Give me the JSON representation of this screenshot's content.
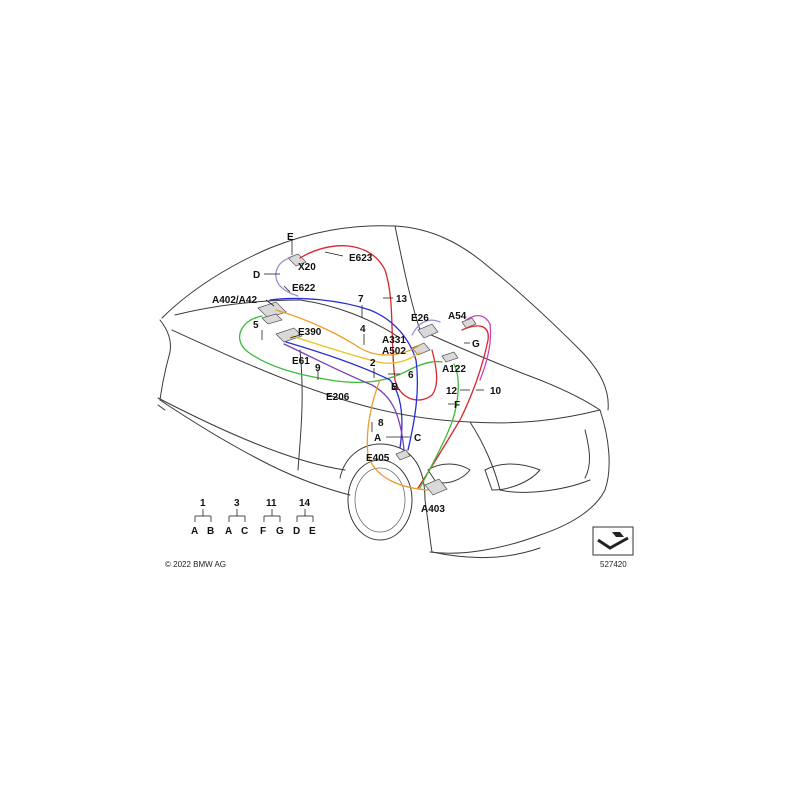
{
  "labels": {
    "E": "E",
    "X20": "X20",
    "E623": "E623",
    "D": "D",
    "E622": "E622",
    "A402_A42": "A402/A42",
    "n7": "7",
    "n13": "13",
    "E26": "E26",
    "A54": "A54",
    "n5": "5",
    "E390": "E390",
    "n4": "4",
    "A331": "A331",
    "A502": "A502",
    "G": "G",
    "n2": "2",
    "n6": "6",
    "E61": "E61",
    "n9": "9",
    "B": "B",
    "A122": "A122",
    "n12": "12",
    "n10": "10",
    "E206": "E206",
    "F": "F",
    "n8": "8",
    "A": "A",
    "C": "C",
    "E405": "E405",
    "A403": "A403"
  },
  "legend": [
    {
      "num": "1",
      "left": "A",
      "right": "B"
    },
    {
      "num": "3",
      "left": "A",
      "right": "C"
    },
    {
      "num": "11",
      "left": "F",
      "right": "G"
    },
    {
      "num": "14",
      "left": "D",
      "right": "E"
    }
  ],
  "copyright": "© 2022 BMW AG",
  "diagram_id": "527420",
  "wire_colors": {
    "red": "#d8262c",
    "green": "#3dbb3a",
    "blue": "#2b2fd0",
    "purple": "#7a3fb8",
    "orange": "#ee9d2a",
    "yellow": "#e8c21e",
    "magenta": "#c845b8",
    "lavender": "#9c8fd8"
  }
}
